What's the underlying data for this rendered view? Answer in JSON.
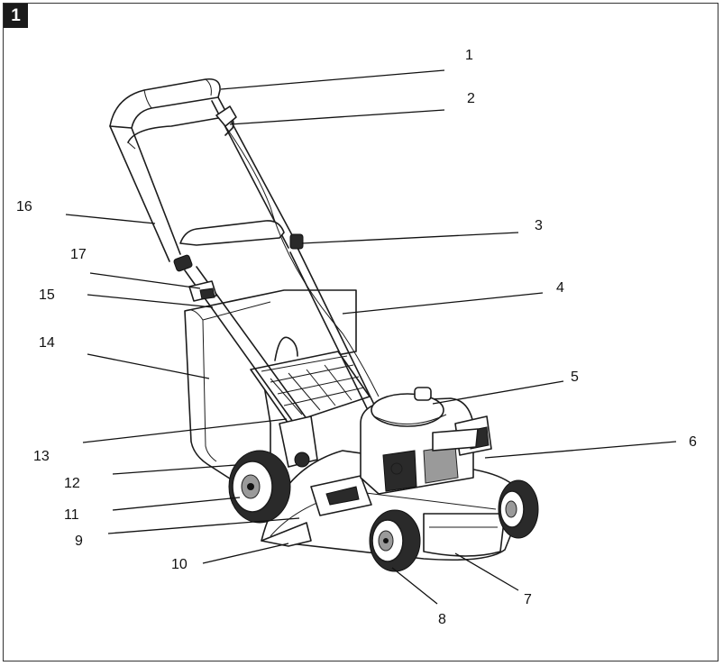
{
  "figure": {
    "number": "1"
  },
  "callouts": [
    {
      "num": "1"
    },
    {
      "num": "2"
    },
    {
      "num": "3"
    },
    {
      "num": "4"
    },
    {
      "num": "5"
    },
    {
      "num": "6"
    },
    {
      "num": "7"
    },
    {
      "num": "8"
    },
    {
      "num": "9"
    },
    {
      "num": "10"
    },
    {
      "num": "11"
    },
    {
      "num": "12"
    },
    {
      "num": "13"
    },
    {
      "num": "14"
    },
    {
      "num": "15"
    },
    {
      "num": "16"
    },
    {
      "num": "17"
    }
  ]
}
